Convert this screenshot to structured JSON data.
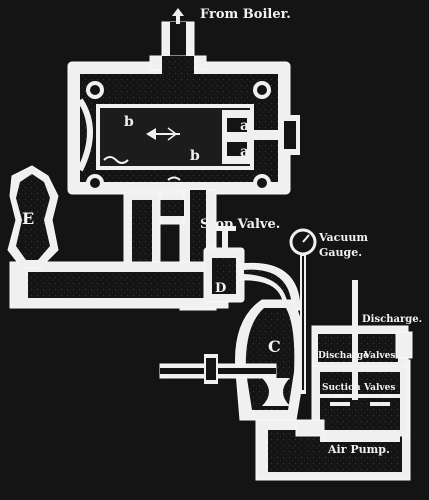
{
  "labels": {
    "from_boiler": "From Boiler.",
    "stop_valve": "Stop Valve.",
    "vacuum": "Vacuum",
    "gauge": "Gauge.",
    "discharge": "Discharge.",
    "discharge_valves_1": "Discharge",
    "discharge_valves_2": "Valves",
    "suction_valves_1": "Suction",
    "suction_valves_2": "Valves",
    "air_pump": "Air Pump.",
    "a_top": "a",
    "a_bottom": "a",
    "b_top": "b",
    "b_bottom": "b",
    "c": "C",
    "d": "D",
    "e": "E"
  },
  "colors": {
    "background": "#141414",
    "metal": "#f0f0f0"
  }
}
